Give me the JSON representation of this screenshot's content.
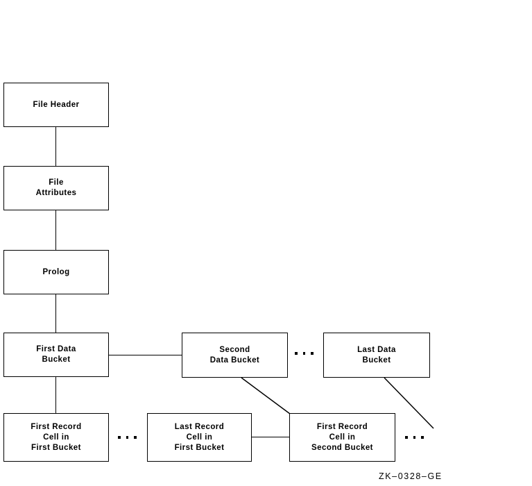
{
  "figure": {
    "caption": "ZK–0328–GE",
    "background_color": "#ffffff",
    "line_color": "#000000"
  },
  "nodes": {
    "file_header": {
      "label": "File Header"
    },
    "file_attributes": {
      "label": "File\nAttributes"
    },
    "prolog": {
      "label": "Prolog"
    },
    "first_data_bucket": {
      "label": "First Data\nBucket"
    },
    "second_data_bucket": {
      "label": "Second\nData Bucket"
    },
    "last_data_bucket": {
      "label": "Last Data\nBucket"
    },
    "first_record_cell_first": {
      "label": "First Record\nCell in\nFirst Bucket"
    },
    "last_record_cell_first": {
      "label": "Last Record\nCell in\nFirst Bucket"
    },
    "first_record_cell_second": {
      "label": "First Record\nCell in\nSecond Bucket"
    }
  },
  "ellipses": {
    "data_bucket_gap": {
      "dots": 3
    },
    "first_bucket_cell_gap": {
      "dots": 3
    },
    "second_bucket_cell_gap": {
      "dots": 3
    }
  }
}
